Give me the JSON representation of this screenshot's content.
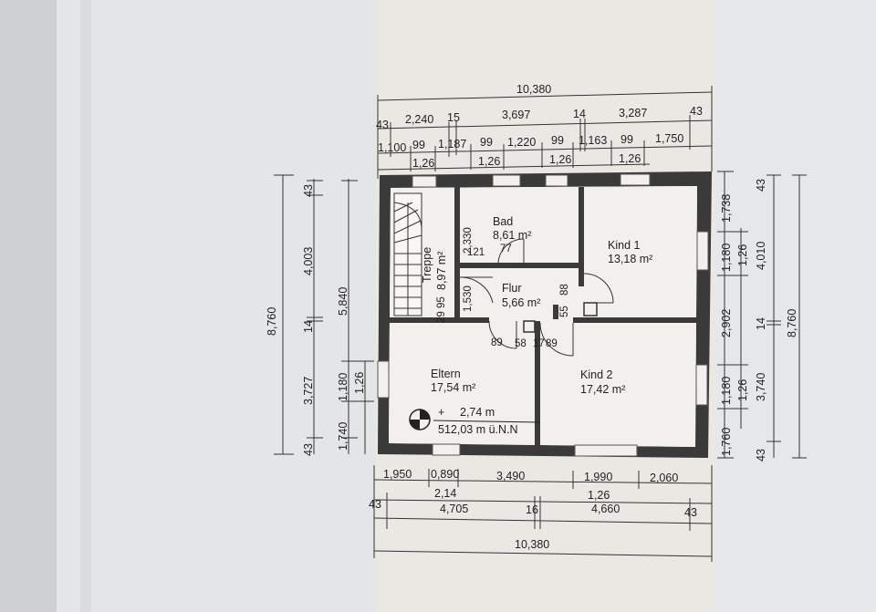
{
  "dims": {
    "top_total": "10,380",
    "top_row2": [
      "43",
      "2,240",
      "15",
      "3,697",
      "14",
      "3,287",
      "43"
    ],
    "top_row3": [
      "1,100",
      "99",
      "1,187",
      "99",
      "1,220",
      "99",
      "1,163",
      "99",
      "1,750"
    ],
    "top_row3b": [
      "1,26",
      "1,26",
      "1,26",
      "1,26"
    ],
    "left_total": "8,760",
    "left_a": [
      "43",
      "4,003",
      "14",
      "3,727",
      "43"
    ],
    "left_b": "5,840",
    "left_c": [
      "1,180",
      "1,740"
    ],
    "left_d": "1,26",
    "right_a": [
      "1,738",
      "1,180",
      "2,902",
      "1,180",
      "1,760"
    ],
    "right_b": [
      "1,26",
      "1,26"
    ],
    "right_c": [
      "43",
      "4,010",
      "14",
      "3,740",
      "43"
    ],
    "right_total": "8,760",
    "bottom_row1": [
      "1,950",
      "0,890",
      "3,490",
      "1,990",
      "2,060"
    ],
    "bottom_row1b": [
      "2,14",
      "1,26"
    ],
    "bottom_row2": [
      "43",
      "4,705",
      "16",
      "4,660",
      "43"
    ],
    "bottom_total": "10,380",
    "inner": [
      "2,330",
      "121",
      "77",
      "95",
      "1,530",
      "29",
      "55",
      "88",
      "89",
      "58",
      "17",
      "89"
    ]
  },
  "rooms": {
    "treppe_name": "Treppe",
    "treppe_area": "8,97 m²",
    "bad_name": "Bad",
    "bad_area": "8,61 m²",
    "kind1_name": "Kind 1",
    "kind1_area": "13,18 m²",
    "flur_name": "Flur",
    "flur_area": "5,66 m²",
    "eltern_name": "Eltern",
    "eltern_area": "17,54 m²",
    "kind2_name": "Kind 2",
    "kind2_area": "17,42 m²"
  },
  "marker": {
    "plus": "+",
    "height": "2,74 m",
    "elevation": "512,03 m ü.N.N"
  },
  "colors": {
    "paper": "#eeeeec",
    "wall": "#3a3a3a",
    "background": "#cfd0d3"
  }
}
